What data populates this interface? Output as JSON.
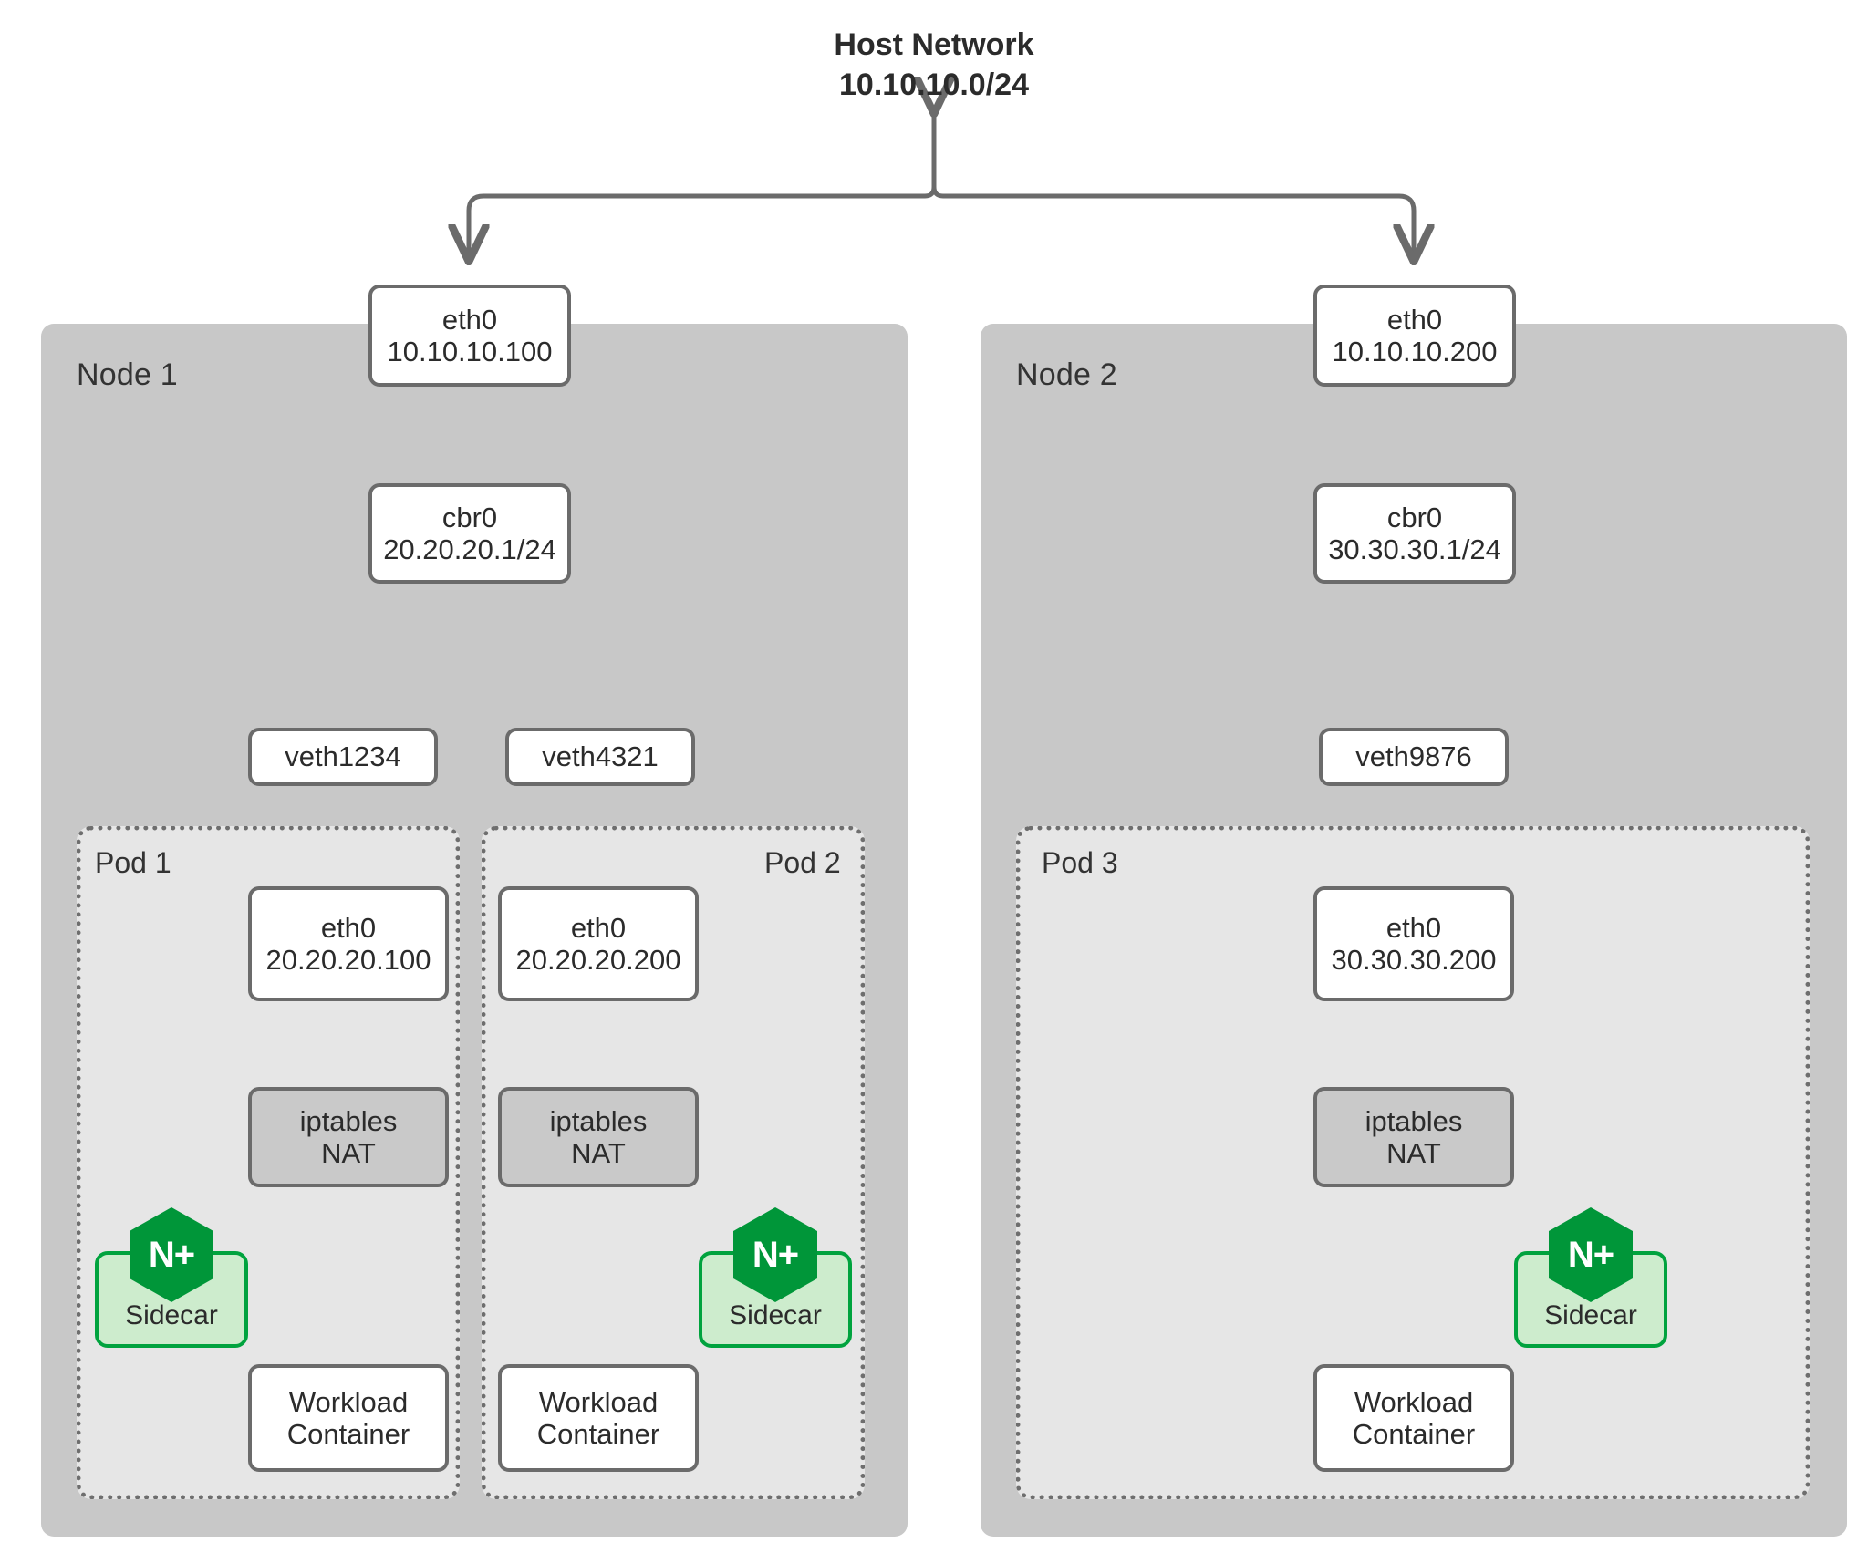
{
  "diagram": {
    "title_line1": "Host Network",
    "title_line2": "10.10.10.0/24",
    "colors": {
      "node_bg": "#c8c8c8",
      "pod_bg": "#e6e6e6",
      "box_border": "#6b6b6b",
      "nat_fill": "#c9c9c9",
      "nginx_green": "#009639",
      "sidecar_fill": "#cdeccd",
      "sidecar_border": "#00a33e",
      "text": "#2b2b2b"
    }
  },
  "nodes": [
    {
      "label": "Node 1",
      "eth0": {
        "name": "eth0",
        "ip": "10.10.10.100"
      },
      "bridge": {
        "name": "cbr0",
        "ip": "20.20.20.1/24"
      },
      "veths": [
        {
          "name": "veth1234"
        },
        {
          "name": "veth4321"
        }
      ],
      "pods": [
        {
          "label": "Pod 1",
          "eth0": {
            "name": "eth0",
            "ip": "20.20.20.100"
          },
          "nat": {
            "l1": "iptables",
            "l2": "NAT"
          },
          "sidecar": {
            "label": "Sidecar",
            "logo": "N+"
          },
          "workload": {
            "l1": "Workload",
            "l2": "Container"
          }
        },
        {
          "label": "Pod 2",
          "eth0": {
            "name": "eth0",
            "ip": "20.20.20.200"
          },
          "nat": {
            "l1": "iptables",
            "l2": "NAT"
          },
          "sidecar": {
            "label": "Sidecar",
            "logo": "N+"
          },
          "workload": {
            "l1": "Workload",
            "l2": "Container"
          }
        }
      ]
    },
    {
      "label": "Node 2",
      "eth0": {
        "name": "eth0",
        "ip": "10.10.10.200"
      },
      "bridge": {
        "name": "cbr0",
        "ip": "30.30.30.1/24"
      },
      "veths": [
        {
          "name": "veth9876"
        }
      ],
      "pods": [
        {
          "label": "Pod 3",
          "eth0": {
            "name": "eth0",
            "ip": "30.30.30.200"
          },
          "nat": {
            "l1": "iptables",
            "l2": "NAT"
          },
          "sidecar": {
            "label": "Sidecar",
            "logo": "N+"
          },
          "workload": {
            "l1": "Workload",
            "l2": "Container"
          }
        }
      ]
    }
  ]
}
